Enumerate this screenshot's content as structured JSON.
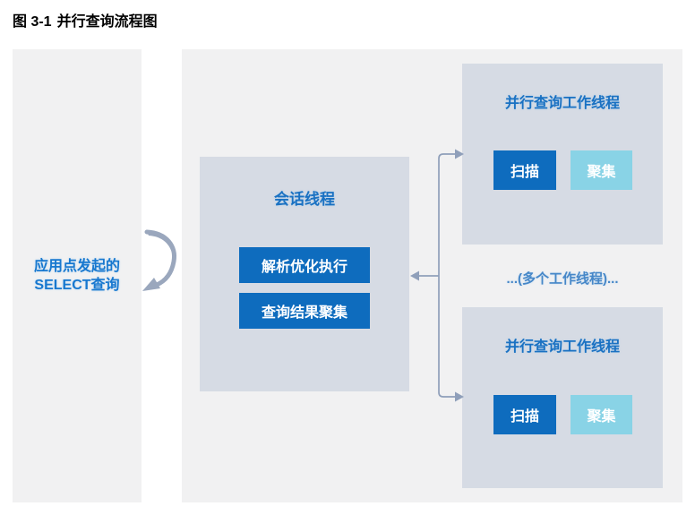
{
  "figure": {
    "label": "图 3-1",
    "title": "并行查询流程图"
  },
  "left_panel": {
    "line1": "应用点发起的",
    "line2": "SELECT查询"
  },
  "session_box": {
    "title": "会话线程",
    "step1": "解析优化执行",
    "step2": "查询结果聚集"
  },
  "worker_boxes": {
    "top": {
      "title": "并行查询工作线程",
      "scan": "扫描",
      "gather": "聚集"
    },
    "bottom": {
      "title": "并行查询工作线程",
      "scan": "扫描",
      "gather": "聚集"
    }
  },
  "middle_label": "...(多个工作线程)...",
  "icons": {
    "curved_arrow": "clockwise-curved-arrow",
    "fan_out": "fan-out-connector-arrows"
  },
  "colors": {
    "panel_bg": "#f1f1f2",
    "box_bg": "#d6dbe4",
    "primary_button": "#0e6cbe",
    "secondary_button": "#89d3e6",
    "blue_text": "#1a71c2",
    "connector": "#8f9fba"
  }
}
